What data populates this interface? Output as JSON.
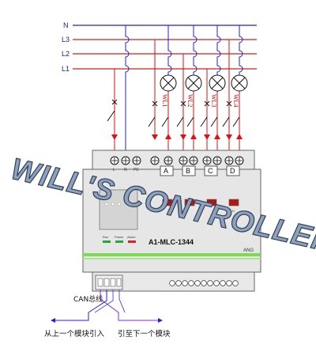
{
  "bus_lines": [
    {
      "label": "N",
      "color": "#2222cc"
    },
    {
      "label": "L3",
      "color": "#cc2222"
    },
    {
      "label": "L2",
      "color": "#cc2222"
    },
    {
      "label": "L1",
      "color": "#cc2222"
    }
  ],
  "lamps": [
    "WL1",
    "WL2",
    "WL3",
    "WL4"
  ],
  "power_terminals": [
    "L",
    "N",
    "PE"
  ],
  "channels": [
    "A",
    "B",
    "C",
    "D"
  ],
  "module": {
    "model": "A1-MLC-1344",
    "led_labels": [
      "Run",
      "Power",
      "Alarm"
    ],
    "channel_button_tag": "D",
    "brand_tag": "ANG"
  },
  "can": {
    "label": "CAN总线",
    "from_prev": "从上一个模块引入",
    "to_next": "引至下一个模块"
  },
  "watermark": "WILL'S CONTROLLER",
  "colors": {
    "wire_red": "#dd1111",
    "wire_blue": "#2222cc",
    "module_body": "#e6e6e6",
    "stripe_green": "#7ed957",
    "led_green": "#22aa33",
    "led_red": "#dd2222",
    "button_red": "#b01818"
  }
}
